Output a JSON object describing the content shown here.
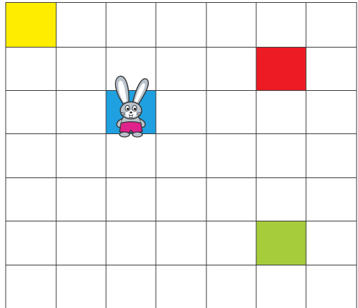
{
  "board": {
    "rows": 7,
    "cols": 7,
    "grid_color": "#3a3a3a",
    "background": "#ffffff"
  },
  "colored_cells": [
    {
      "name": "cell-yellow",
      "row": 0,
      "col": 0,
      "color": "#ffed00"
    },
    {
      "name": "cell-red",
      "row": 1,
      "col": 5,
      "color": "#ed1c24"
    },
    {
      "name": "cell-blue",
      "row": 2,
      "col": 2,
      "color": "#1fa0e0"
    },
    {
      "name": "cell-green",
      "row": 5,
      "col": 5,
      "color": "#a6cc3b"
    }
  ],
  "character": {
    "icon": "bunny-icon",
    "row": 2,
    "col": 2,
    "body_color": "#b9c2cc",
    "outline_color": "#333333",
    "shorts_color": "#e0228c"
  }
}
